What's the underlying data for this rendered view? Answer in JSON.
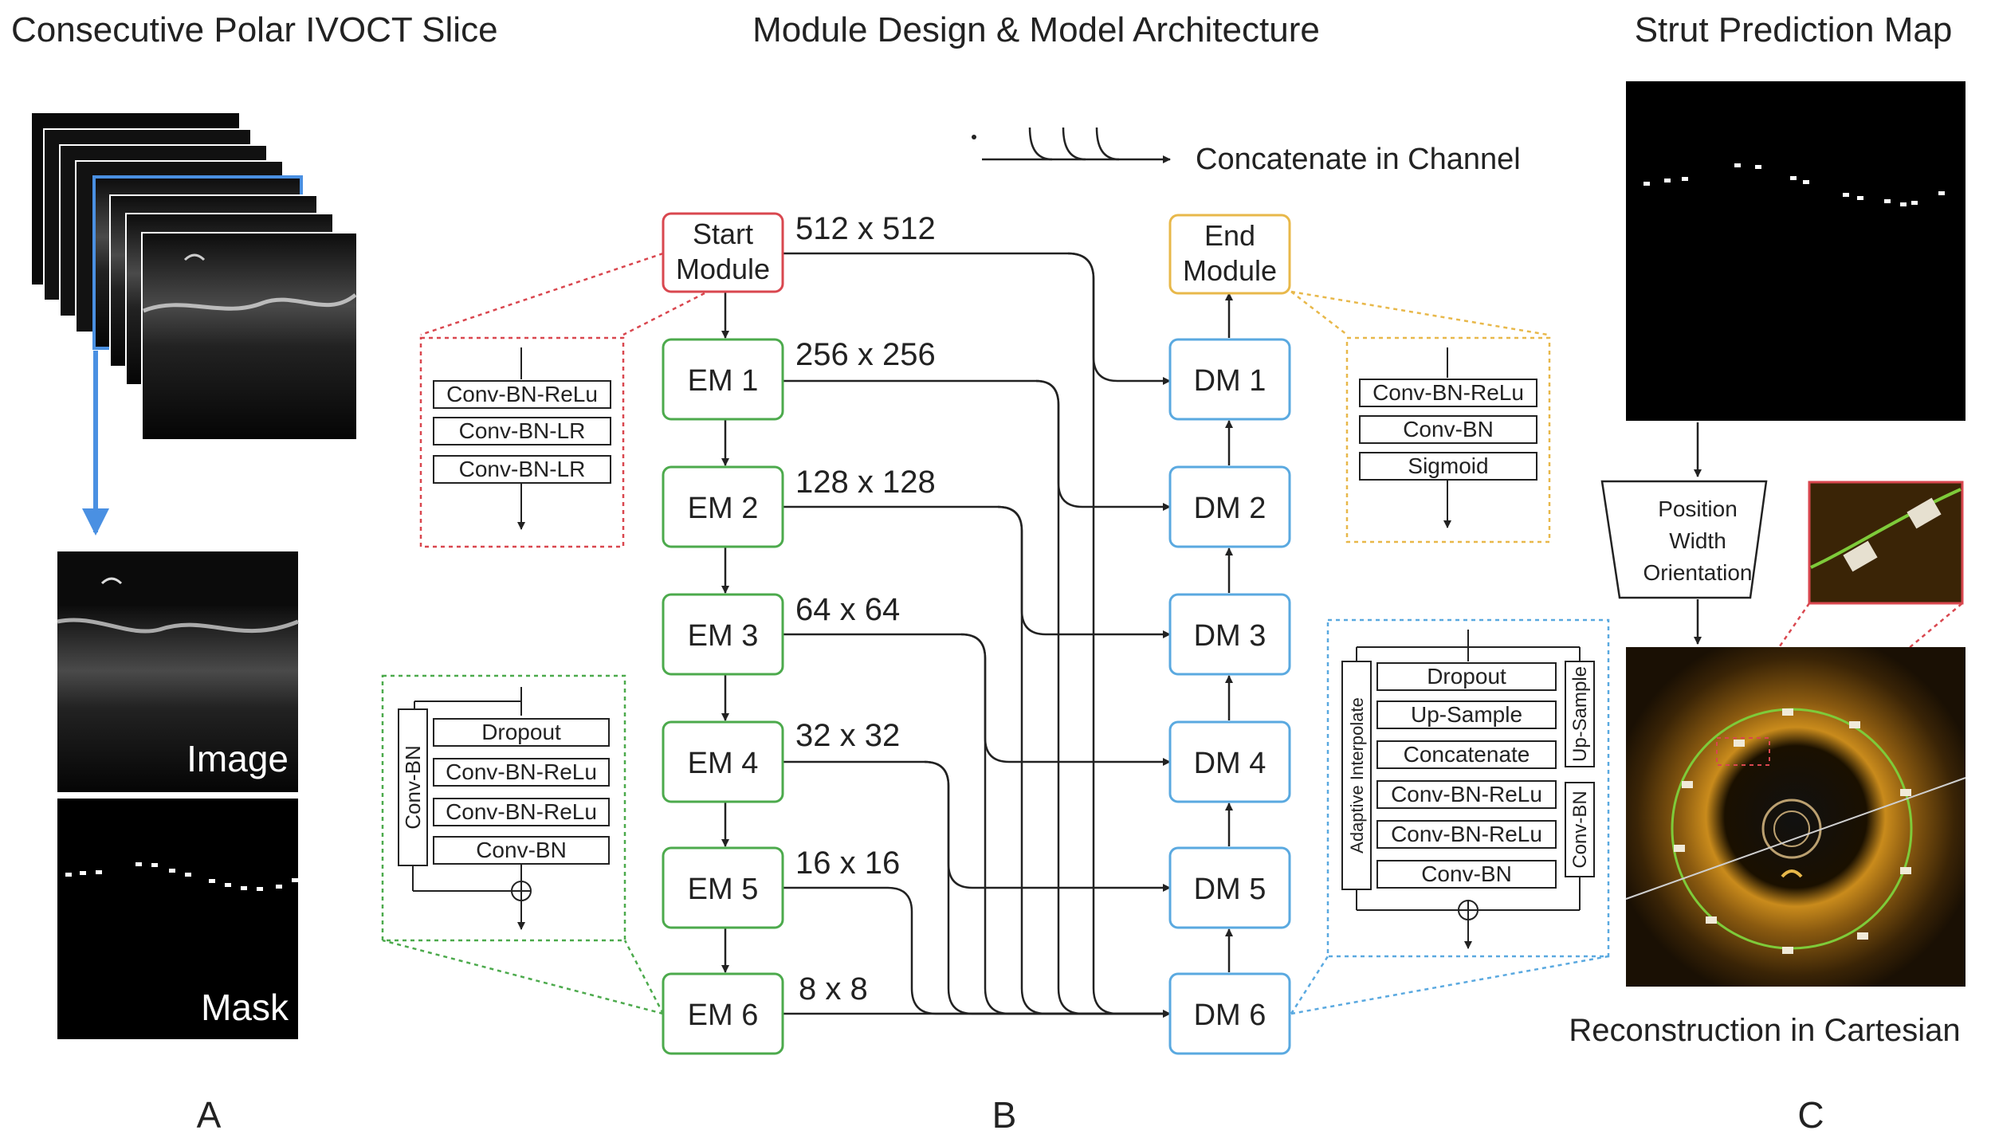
{
  "panels": {
    "a": {
      "title": "Consecutive Polar IVOCT Slice",
      "image_label": "Image",
      "mask_label": "Mask",
      "letter": "A"
    },
    "b": {
      "title": "Module Design & Model Architecture",
      "letter": "B",
      "legend": "Concatenate in Channel"
    },
    "c": {
      "title": "Strut Prediction Map",
      "funnel_lines": [
        "Position",
        "Width",
        "Orientation"
      ],
      "caption": "Reconstruction in Cartesian",
      "letter": "C"
    }
  },
  "start_module": {
    "line1": "Start",
    "line2": "Module"
  },
  "end_module": {
    "line1": "End",
    "line2": "Module"
  },
  "encoders": [
    "EM 1",
    "EM 2",
    "EM 3",
    "EM 4",
    "EM 5",
    "EM 6"
  ],
  "decoders": [
    "DM 1",
    "DM 2",
    "DM 3",
    "DM 4",
    "DM 5",
    "DM 6"
  ],
  "resolutions": [
    "512 x 512",
    "256 x 256",
    "128 x 128",
    "64 x 64",
    "32 x 32",
    "16 x 16",
    "8 x 8"
  ],
  "start_detail": [
    "Conv-BN-ReLu",
    "Conv-BN-LR",
    "Conv-BN-LR"
  ],
  "end_detail": [
    "Conv-BN-ReLu",
    "Conv-BN",
    "Sigmoid"
  ],
  "em_detail": {
    "skip_label": "Conv-BN",
    "layers": [
      "Dropout",
      "Conv-BN-ReLu",
      "Conv-BN-ReLu",
      "Conv-BN"
    ]
  },
  "dm_detail": {
    "left_label": "Adaptive Interpolate",
    "right_top_label": "Up-Sample",
    "right_bottom_label": "Conv-BN",
    "layers": [
      "Dropout",
      "Up-Sample",
      "Concatenate",
      "Conv-BN-ReLu",
      "Conv-BN-ReLu",
      "Conv-BN"
    ]
  },
  "colors": {
    "start": "#d9474f",
    "end": "#e8b84a",
    "encoder": "#4caa4c",
    "decoder": "#5aa9e0",
    "arrow_blue": "#4a90e2",
    "text": "#222222"
  }
}
